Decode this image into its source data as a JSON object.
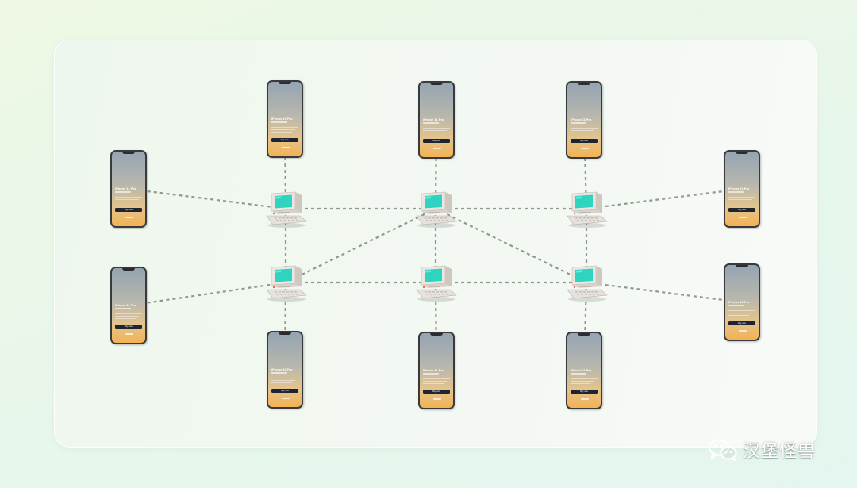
{
  "diagram": {
    "nodes": [
      {
        "id": "phone-left-top",
        "kind": "phone"
      },
      {
        "id": "phone-left-bottom",
        "kind": "phone"
      },
      {
        "id": "phone-top-1",
        "kind": "phone"
      },
      {
        "id": "phone-top-2",
        "kind": "phone"
      },
      {
        "id": "phone-top-3",
        "kind": "phone"
      },
      {
        "id": "phone-bottom-1",
        "kind": "phone"
      },
      {
        "id": "phone-bottom-2",
        "kind": "phone"
      },
      {
        "id": "phone-bottom-3",
        "kind": "phone"
      },
      {
        "id": "phone-right-top",
        "kind": "phone"
      },
      {
        "id": "phone-right-bottom",
        "kind": "phone"
      },
      {
        "id": "pc-top-1",
        "kind": "computer"
      },
      {
        "id": "pc-top-2",
        "kind": "computer"
      },
      {
        "id": "pc-top-3",
        "kind": "computer"
      },
      {
        "id": "pc-bottom-1",
        "kind": "computer"
      },
      {
        "id": "pc-bottom-2",
        "kind": "computer"
      },
      {
        "id": "pc-bottom-3",
        "kind": "computer"
      }
    ],
    "links": [
      [
        "phone-left-top",
        "pc-top-1"
      ],
      [
        "pc-top-1",
        "pc-top-2"
      ],
      [
        "pc-top-2",
        "pc-top-3"
      ],
      [
        "pc-top-3",
        "phone-right-top"
      ],
      [
        "phone-left-bottom",
        "pc-bottom-1"
      ],
      [
        "pc-bottom-1",
        "pc-bottom-2"
      ],
      [
        "pc-bottom-2",
        "pc-bottom-3"
      ],
      [
        "pc-bottom-3",
        "phone-right-bottom"
      ],
      [
        "phone-top-1",
        "pc-top-1"
      ],
      [
        "phone-top-2",
        "pc-top-2"
      ],
      [
        "phone-top-3",
        "pc-top-3"
      ],
      [
        "pc-top-1",
        "pc-bottom-1"
      ],
      [
        "pc-top-2",
        "pc-bottom-2"
      ],
      [
        "pc-top-3",
        "pc-bottom-3"
      ],
      [
        "pc-bottom-1",
        "phone-bottom-1"
      ],
      [
        "pc-bottom-2",
        "phone-bottom-2"
      ],
      [
        "pc-bottom-3",
        "phone-bottom-3"
      ],
      [
        "pc-top-2",
        "pc-bottom-1"
      ],
      [
        "pc-top-2",
        "pc-bottom-3"
      ]
    ],
    "link_color": "#8e9a8f",
    "pc_screen_color": "#2fd4c0",
    "phone_screen": {
      "title": "iPhone 11 Pro",
      "button_label": "Buy now"
    }
  },
  "watermark": {
    "icon": "wechat-icon",
    "text": "汉堡怪兽"
  }
}
